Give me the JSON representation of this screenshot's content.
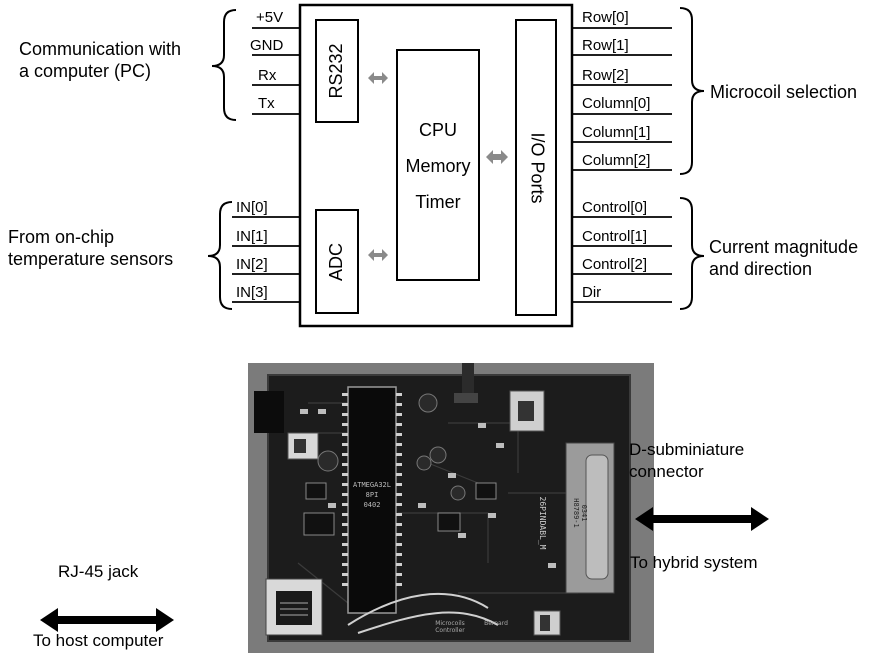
{
  "chip": {
    "pins_left_top": [
      "+5V",
      "GND",
      "Rx",
      "Tx"
    ],
    "pins_left_bottom": [
      "IN[0]",
      "IN[1]",
      "IN[2]",
      "IN[3]"
    ],
    "pins_right_top": [
      "Row[0]",
      "Row[1]",
      "Row[2]",
      "Column[0]",
      "Column[1]",
      "Column[2]"
    ],
    "pins_right_bottom": [
      "Control[0]",
      "Control[1]",
      "Control[2]",
      "Dir"
    ],
    "blocks": {
      "rs232": "RS232",
      "adc": "ADC",
      "cpu_lines": [
        "CPU",
        "Memory",
        "Timer"
      ],
      "io": "I/O Ports"
    }
  },
  "groups": {
    "communication": [
      "Communication with",
      "a computer (PC)"
    ],
    "sensors": [
      "From on-chip",
      "temperature sensors"
    ],
    "microcoil": "Microcoil selection",
    "current": [
      "Current magnitude",
      "and direction"
    ]
  },
  "photo": {
    "chip_text": [
      "ATMEGA32L",
      "8PI",
      "0402"
    ],
    "board_text": "26PINDABL_M",
    "connector_text": [
      "H8789-1",
      "0341"
    ],
    "bottom_text": [
      "Microcoils",
      "Controller",
      "Bernard"
    ]
  },
  "annotations": {
    "dsub": [
      "D-subminiature",
      "connector"
    ],
    "hybrid": "To hybrid system",
    "rj45": "RJ-45 jack",
    "host": "To host computer"
  },
  "colors": {
    "arrow_gray": "#8a8a8a",
    "line": "#000000"
  }
}
